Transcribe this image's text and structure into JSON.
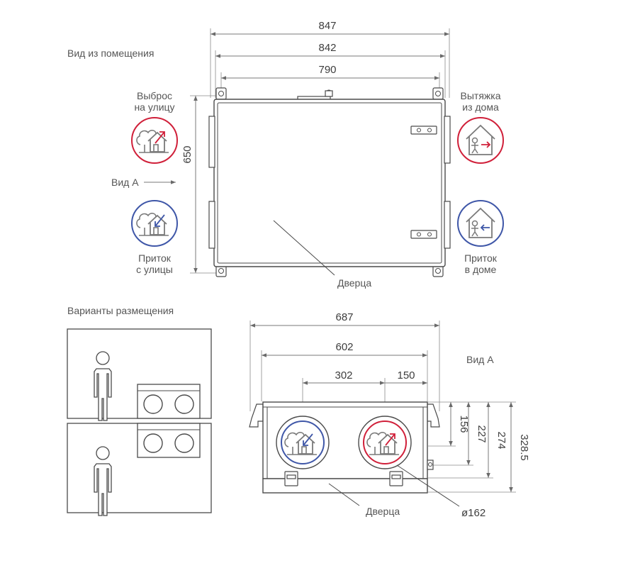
{
  "labels": {
    "room_view": "Вид из помещения",
    "exhaust_out_line1": "Выброс",
    "exhaust_out_line2": "на улицу",
    "extract_in_line1": "Вытяжка",
    "extract_in_line2": "из дома",
    "view_a_marker": "Вид А",
    "supply_in_line1": "Приток",
    "supply_in_line2": "с улицы",
    "supply_out_line1": "Приток",
    "supply_out_line2": "в доме",
    "door_front": "Дверца",
    "placement_options": "Варианты размещения",
    "view_a_title": "Вид А",
    "door_bottom": "Дверца"
  },
  "dimensions": {
    "front_outer_width": "847",
    "front_width_842": "842",
    "front_width_790": "790",
    "front_height": "650",
    "a_width_687": "687",
    "a_width_602": "602",
    "a_spacing_302": "302",
    "a_offset_150": "150",
    "a_h_156": "156",
    "a_h_227": "227",
    "a_h_274": "274",
    "a_h_328": "328.5",
    "a_diameter": "ø162"
  },
  "colors": {
    "exhaust_red": "#d0203a",
    "supply_blue": "#3f57a8",
    "line_gray": "#4a4a4a"
  },
  "icons": [
    "exhaust-to-street-icon",
    "extract-from-house-icon",
    "supply-from-street-icon",
    "supply-into-house-icon",
    "person-icon",
    "duct-pair-icon"
  ]
}
